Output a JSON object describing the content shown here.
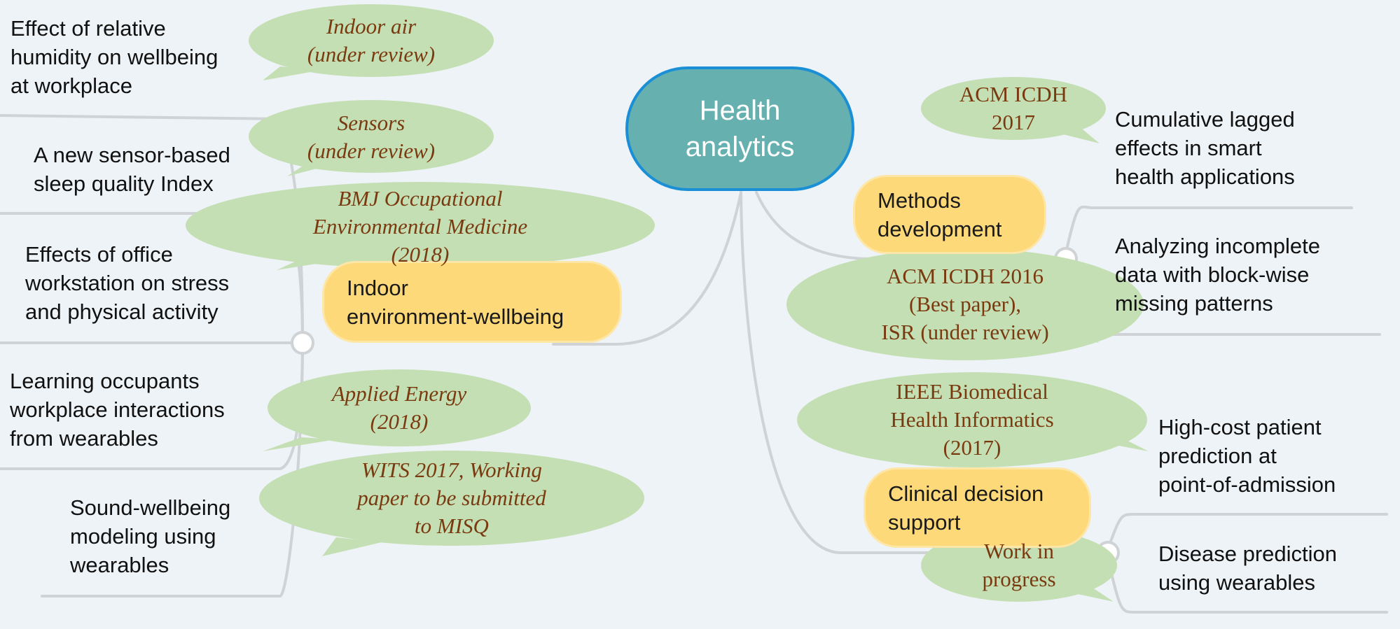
{
  "central": {
    "label": "Health\nanalytics"
  },
  "categories": {
    "indoor": "Indoor\nenvironment-wellbeing",
    "methods": "Methods\ndevelopment",
    "clinical": "Clinical decision\nsupport"
  },
  "topics": {
    "humidity": "Effect of relative\nhumidity on wellbeing\nat workplace",
    "sleep": "A new sensor-based\nsleep quality Index",
    "office": "Effects of office\nworkstation on stress\nand physical activity",
    "occupants": "Learning occupants\nworkplace interactions\nfrom wearables",
    "sound": "Sound-wellbeing\nmodeling using\nwearables",
    "lagged": "Cumulative lagged\neffects in smart\nhealth applications",
    "incomplete": "Analyzing incomplete\ndata with block-wise\nmissing patterns",
    "highcost": "High-cost patient\nprediction at\npoint-of-admission",
    "disease": "Disease prediction\nusing wearables"
  },
  "publications": {
    "indoor_air": "Indoor air\n(under review)",
    "sensors": "Sensors\n(under review)",
    "bmj": "BMJ Occupational\nEnvironmental Medicine\n(2018)",
    "applied_energy": "Applied Energy\n(2018)",
    "wits": "WITS 2017, Working\npaper to be submitted\nto MISQ",
    "icdh2017": "ACM ICDH\n2017",
    "icdh2016": "ACM ICDH 2016\n(Best paper),\nISR (under review)",
    "ieee": "IEEE Biomedical\nHealth Informatics\n(2017)",
    "wip": "Work in\nprogress"
  },
  "colors": {
    "background": "#eef3f7",
    "central_fill": "#66b0b0",
    "central_border": "#1a8fd6",
    "category_fill": "#fdd97a",
    "bubble_fill": "#c5dfb4",
    "bubble_text": "#7a3a10",
    "connector": "#cfd3d6"
  }
}
